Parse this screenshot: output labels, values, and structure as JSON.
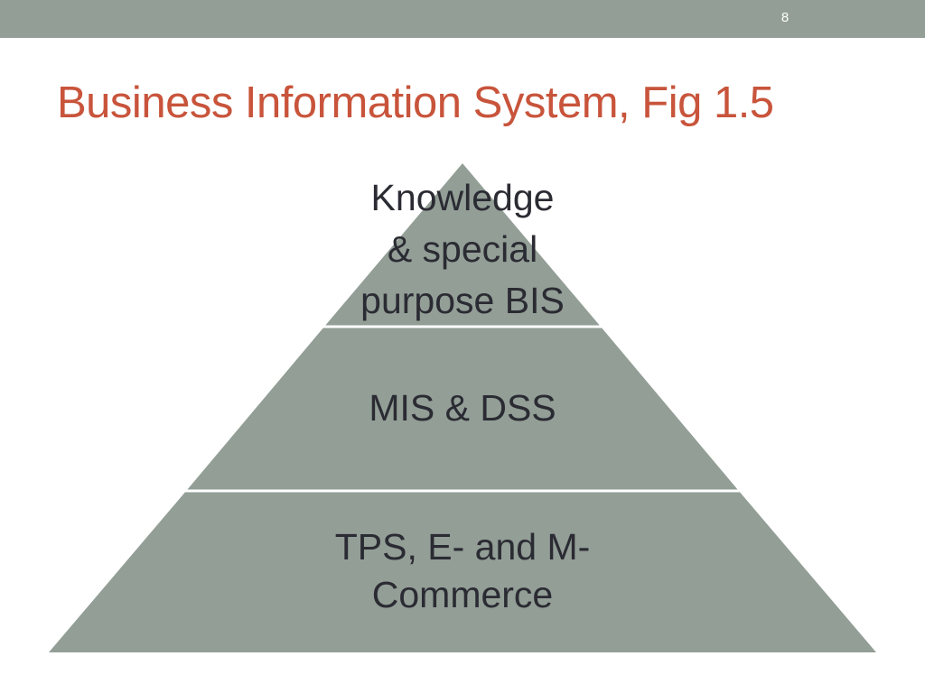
{
  "slide": {
    "number": "8",
    "title": "Business Information System, Fig 1.5"
  },
  "pyramid": {
    "tiers": [
      {
        "id": "top",
        "lines": [
          "Knowledge",
          "& special",
          "purpose BIS"
        ]
      },
      {
        "id": "middle",
        "lines": [
          "MIS & DSS"
        ]
      },
      {
        "id": "bottom",
        "lines": [
          "TPS, E- and M-",
          "Commerce"
        ]
      }
    ]
  },
  "colors": {
    "header_bar": "#929e96",
    "title": "#c8543b",
    "pyramid_fill": "#929e96",
    "tier_divider": "#ffffff",
    "tier_text": "#2b2b33"
  }
}
